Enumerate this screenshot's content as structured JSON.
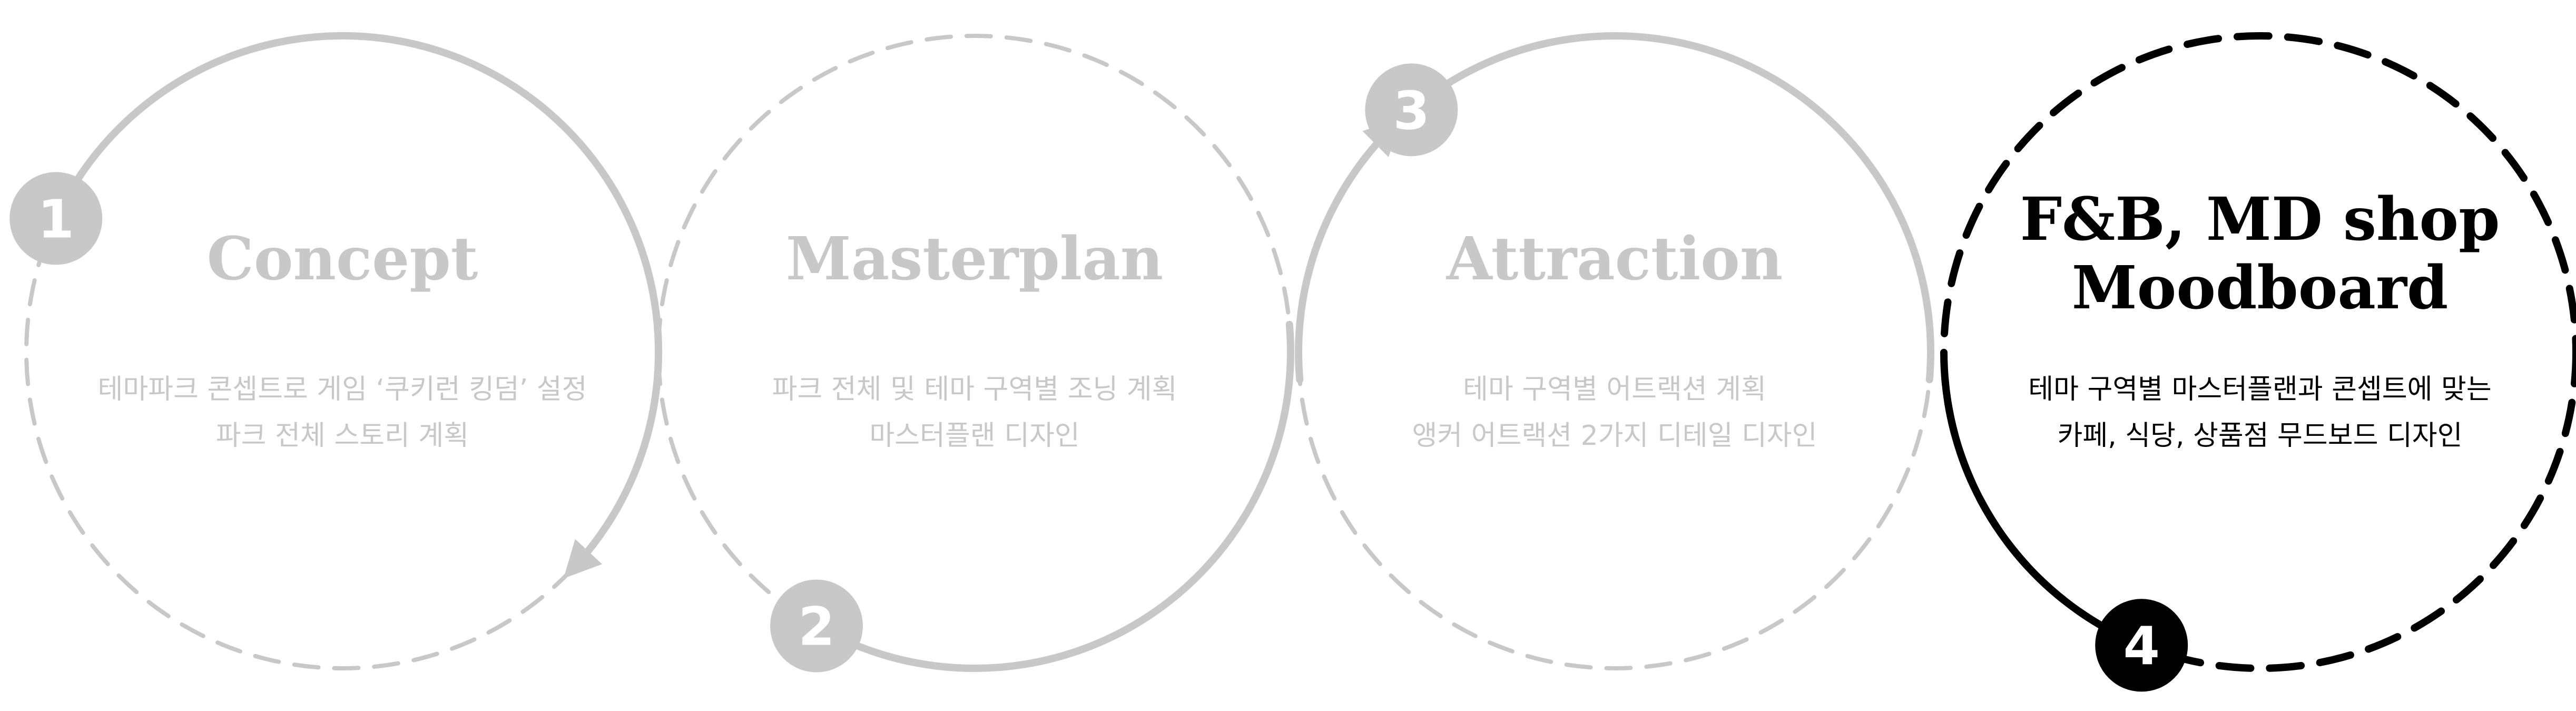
{
  "colors": {
    "inactive": "#c8c8c8",
    "active": "#000000",
    "badge_text": "#ffffff"
  },
  "steps": [
    {
      "number": "1",
      "title_lines": [
        "Concept"
      ],
      "desc_lines": [
        "테마파크 콘셉트로 게임 ‘쿠키런 킹덤’ 설정",
        "파크 전체 스토리 계획"
      ],
      "state": "inactive"
    },
    {
      "number": "2",
      "title_lines": [
        "Masterplan"
      ],
      "desc_lines": [
        "파크 전체 및 테마 구역별 조닝 계획",
        "마스터플랜 디자인"
      ],
      "state": "inactive"
    },
    {
      "number": "3",
      "title_lines": [
        "Attraction"
      ],
      "desc_lines": [
        "테마 구역별 어트랙션 계획",
        "앵커 어트랙션 2가지 디테일 디자인"
      ],
      "state": "inactive"
    },
    {
      "number": "4",
      "title_lines": [
        "F&B, MD shop",
        "Moodboard"
      ],
      "desc_lines": [
        "테마 구역별 마스터플랜과 콘셉트에 맞는",
        "카페, 식당, 상품점 무드보드 디자인"
      ],
      "state": "active"
    }
  ]
}
